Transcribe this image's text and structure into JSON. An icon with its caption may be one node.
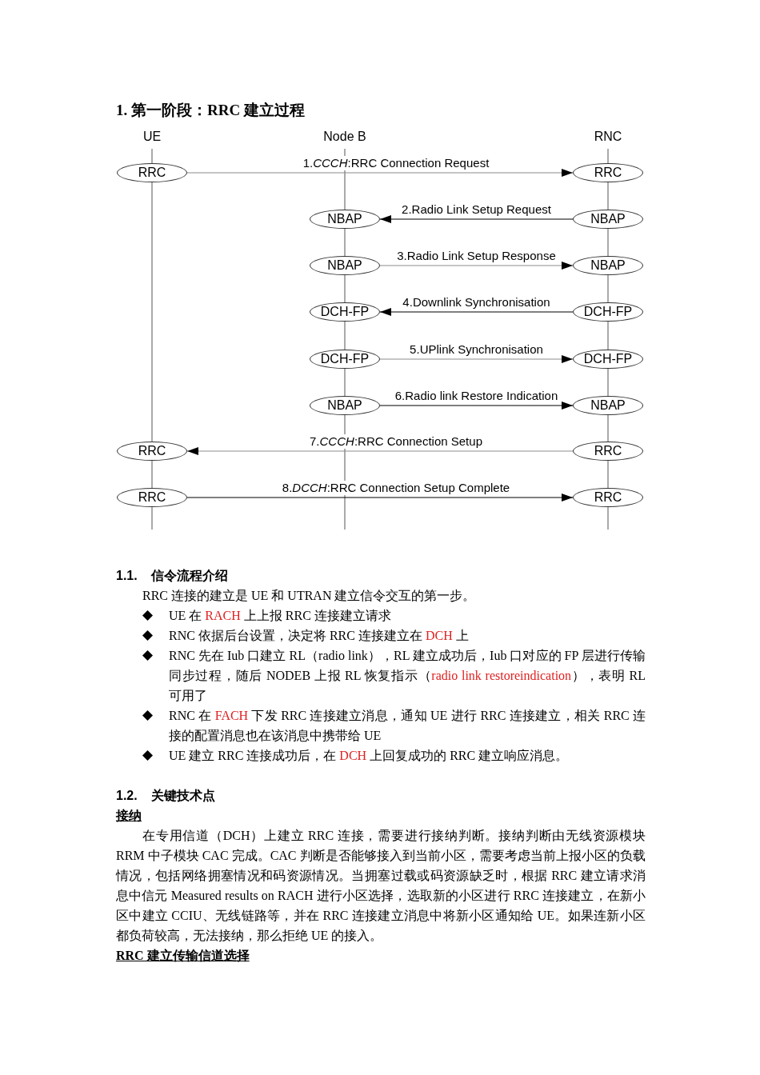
{
  "diagram": {
    "title": "1. 第一阶段：RRC 建立过程",
    "nodes": [
      {
        "text": [
          "RRC"
        ]
      },
      {
        "text": [
          "RRC"
        ]
      },
      {
        "text": [
          "NBAP"
        ]
      },
      {
        "text": [
          "NBAP"
        ]
      },
      {
        "text": [
          "NBAP"
        ]
      },
      {
        "text": [
          "NBAP"
        ]
      },
      {
        "text": [
          "DCH-FP"
        ]
      },
      {
        "text": [
          "DCH-FP"
        ]
      },
      {
        "text": [
          "DCH-FP"
        ]
      },
      {
        "text": [
          "DCH-FP"
        ]
      },
      {
        "text": [
          "NBAP"
        ]
      },
      {
        "text": [
          "NBAP"
        ]
      },
      {
        "text": [
          "RRC"
        ]
      },
      {
        "text": [
          "RRC"
        ]
      },
      {
        "text": [
          "RRC"
        ]
      },
      {
        "text": [
          "RRC"
        ]
      }
    ],
    "edges": [
      {
        "from": 0,
        "to": 1,
        "arrow": "to",
        "label": "1.*CCCH*:RRC Connection Request",
        "color": "#8c8c8c"
      },
      {
        "from": 3,
        "to": 2,
        "arrow": "to",
        "label": "2.Radio Link Setup Request",
        "color": "#000000"
      },
      {
        "from": 4,
        "to": 5,
        "arrow": "to",
        "label": "3.Radio Link Setup Response",
        "color": "#8c8c8c"
      },
      {
        "from": 7,
        "to": 6,
        "arrow": "to",
        "label": "4.Downlink Synchronisation",
        "color": "#000000"
      },
      {
        "from": 8,
        "to": 9,
        "arrow": "to",
        "label": "5.UPlink Synchronisation",
        "color": "#8c8c8c"
      },
      {
        "from": 10,
        "to": 11,
        "arrow": "to",
        "label": "6.Radio link Restore Indication",
        "color": "#000000"
      },
      {
        "from": 13,
        "to": 12,
        "arrow": "to",
        "label": "7.*CCCH*:RRC Connection Setup",
        "color": "#8c8c8c"
      },
      {
        "from": 14,
        "to": 15,
        "arrow": "to",
        "label": "8.*DCCH*:RRC Connection Setup Complete",
        "color": "#000000"
      }
    ],
    "labels": [
      "UE",
      "Node B",
      "RNC",
      "1.1.",
      "信令流程介绍",
      "RRC 连接的建立是 UE 和 UTRAN 建立信令交互的第一步。",
      "UE 在 *RACH* 上上报 RRC 连接建立请求",
      "RNC 依据后台设置，决定将 RRC 连接建立在 *DCH* 上",
      "RNC 先在 Iub 口建立 RL（radio link），RL 建立成功后，Iub 口对应的 FP 层进行传输同步过程，随后 NODEB 上报 RL 恢复指示（*radio link restoreindication*），表明 RL 可用了",
      "RNC 在 *FACH* 下发 RRC 连接建立消息，通知 UE 进行 RRC 连接建立，相关 RRC 连接的配置消息也在该消息中携带给 UE",
      "UE 建立 RRC 连接成功后，在 *DCH* 上回复成功的 RRC 建立响应消息。",
      "1.2.",
      "关键技术点",
      "接纳",
      "在专用信道（DCH）上建立 RRC 连接，需要进行接纳判断。接纳判断由无线资源模块 RRM 中子模块 CAC 完成。CAC 判断是否能够接入到当前小区，需要考虑当前上报小区的负载情况，包括网络拥塞情况和码资源情况。当拥塞过载或码资源缺乏时，根据 RRC 建立请求消息中信元 Measured results on RACH 进行小区选择，选取新的小区进行 RRC 连接建立，在新小区中建立 CCIU、无线链路等，并在 RRC 连接建立消息中将新小区通知给 UE。如果连新小区都负荷较高，无法接纳，那么拒绝 UE 的接入。",
      "RRC 建立传输信道选择"
    ]
  }
}
